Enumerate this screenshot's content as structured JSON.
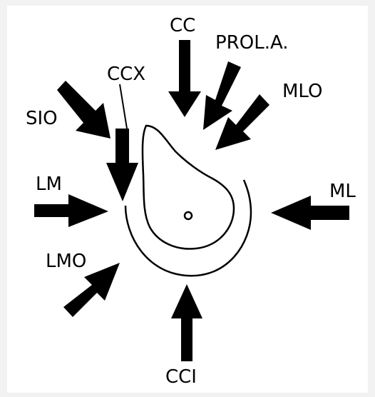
{
  "diagram": {
    "title": "",
    "colors": {
      "ink": "#000000",
      "background": "#ffffff",
      "border": "#f2f2f2"
    },
    "labels": {
      "cc": "CC",
      "prola": "PROL.A.",
      "ccx": "CCX",
      "mlo": "MLO",
      "sio": "SIO",
      "lm": "LM",
      "ml": "ML",
      "lmo": "LMO",
      "cci": "CCI"
    }
  }
}
